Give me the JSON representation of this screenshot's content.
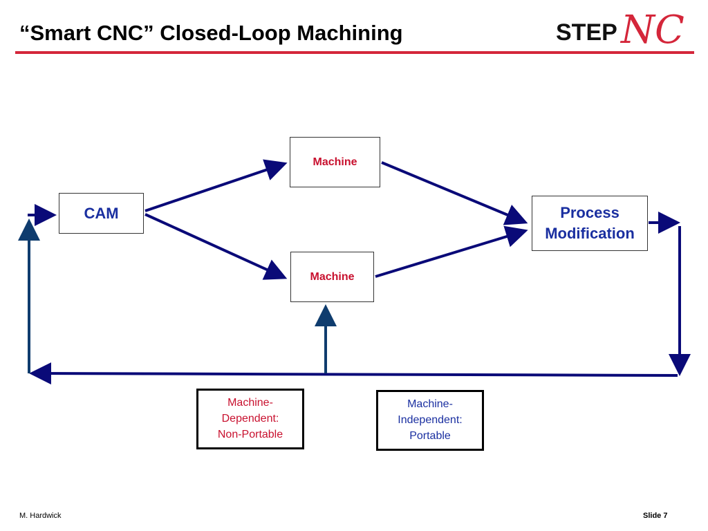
{
  "slide": {
    "title": "“Smart CNC”  Closed-Loop Machining",
    "logo": {
      "text_step": "STEP",
      "text_nc": "NC"
    },
    "footer_author": "M. Hardwick",
    "footer_slide": "Slide 7"
  },
  "diagram": {
    "cam_label": "CAM",
    "machine_top_label": "Machine",
    "machine_bottom_label": "Machine",
    "process_line1": "Process",
    "process_line2": "Modification",
    "note_dependent": {
      "line1": "Machine-",
      "line2": "Dependent:",
      "line3": "Non-Portable"
    },
    "note_independent": {
      "line1": "Machine-",
      "line2": "Independent:",
      "line3": "Portable"
    }
  },
  "colors": {
    "title_rule": "#d4263a",
    "arrow_navy": "#0a0a78",
    "arrow_teal": "#0f3c6e",
    "red_text": "#c8102e",
    "blue_text": "#1a2fa0"
  }
}
